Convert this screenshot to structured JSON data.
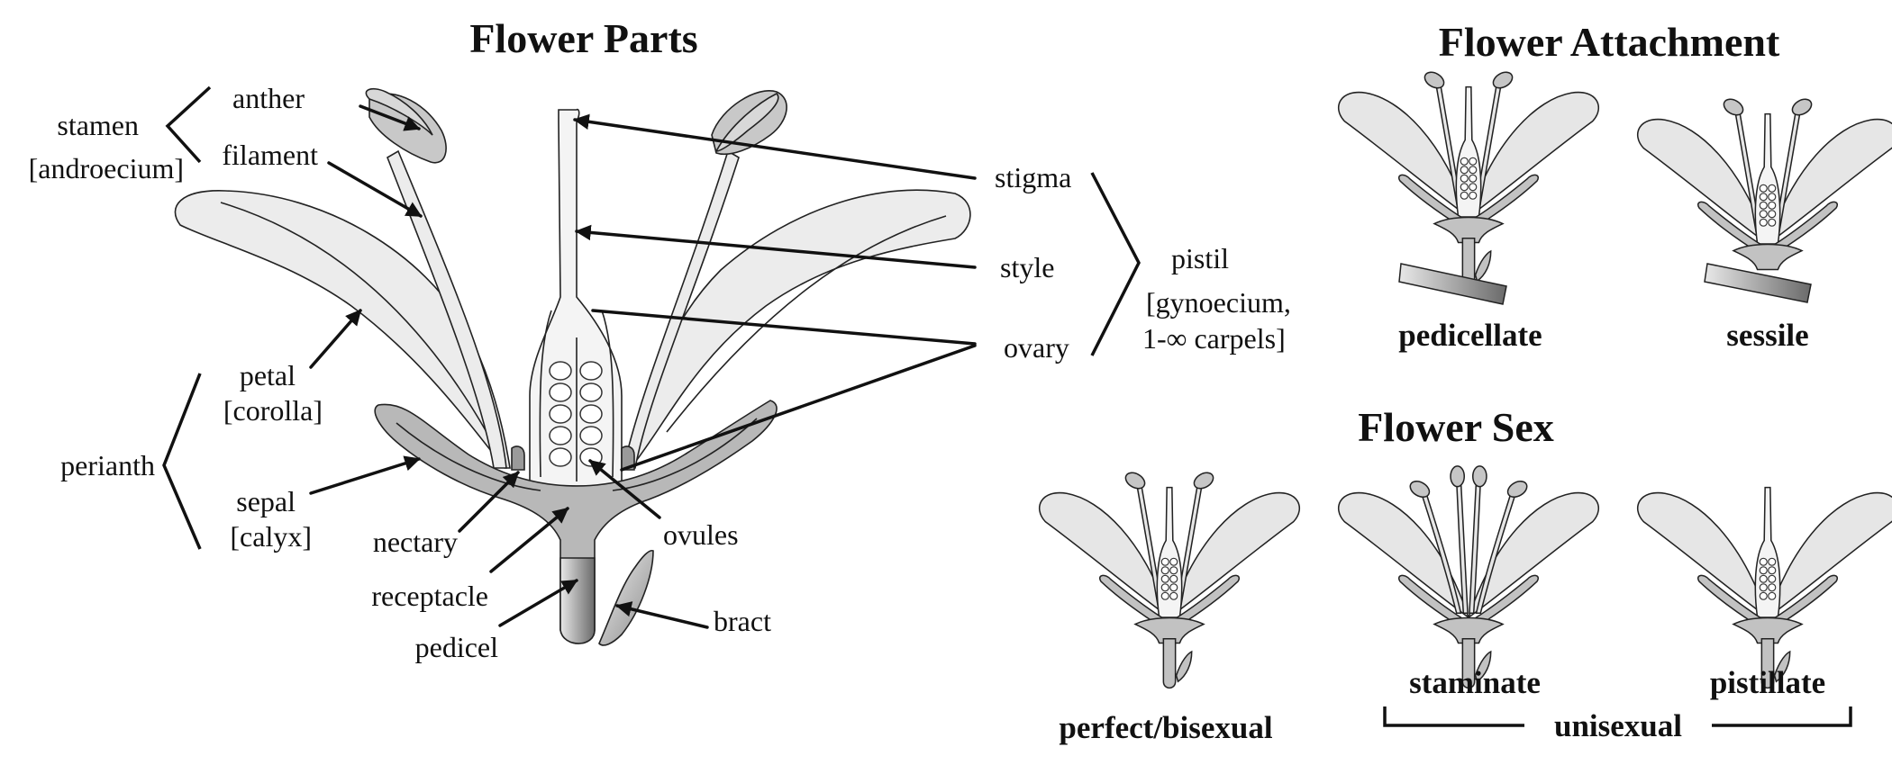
{
  "headings": {
    "parts": "Flower Parts",
    "attachment": "Flower Attachment",
    "sex": "Flower Sex"
  },
  "labels": {
    "anther": "anther",
    "filament": "filament",
    "stamen": "stamen",
    "androecium": "[androecium]",
    "petal": "petal",
    "corolla": "[corolla]",
    "perianth": "perianth",
    "sepal": "sepal",
    "calyx": "[calyx]",
    "nectary": "nectary",
    "receptacle": "receptacle",
    "pedicel": "pedicel",
    "ovules": "ovules",
    "bract": "bract",
    "stigma": "stigma",
    "style": "style",
    "ovary": "ovary",
    "pistil": "pistil",
    "gynoecium": "[gynoecium,",
    "carpels": "1-∞ carpels]"
  },
  "captions": {
    "pedicellate": "pedicellate",
    "sessile": "sessile",
    "perfect": "perfect/bisexual",
    "staminate": "staminate",
    "pistillate": "pistillate",
    "unisexual": "unisexual"
  },
  "colors": {
    "petal_fill": "#ececec",
    "sepal_fill": "#b8b8b8",
    "pistil_fill": "#f4f4f4",
    "anther_fill": "#c4c4c4",
    "line": "#111111"
  }
}
